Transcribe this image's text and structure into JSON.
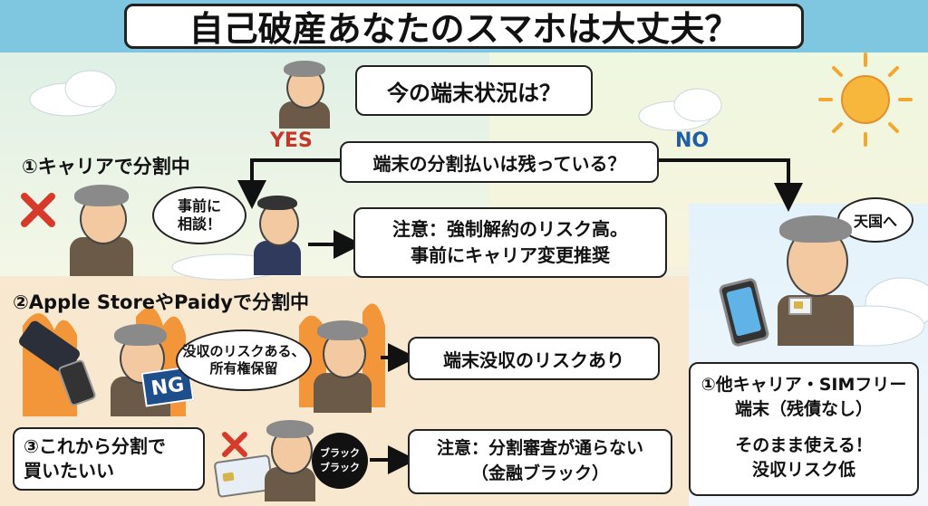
{
  "title": "自己破産あなたのスマホは大丈夫？",
  "question_main": "今の端末状況は？",
  "question_sub": "端末の分割払いは残っている？",
  "yes_label": "YES",
  "no_label": "NO",
  "case1": {
    "heading": "①キャリアで分割中",
    "bubble": "事前に\n相談！",
    "result": "注意：強制解約のリスク高。\n事前にキャリア変更推奨"
  },
  "case2": {
    "heading": "②Apple StoreやPaidyで分割中",
    "bubble": "没収のリスクある、\n所有権保留",
    "ng": "NG",
    "result": "端末没収のリスクあり"
  },
  "case3": {
    "heading": "③これから分割で\n買いたいい",
    "badge": "ブラック\nブラック",
    "result": "注意：分割審査が通らない\n（金融ブラック）"
  },
  "right": {
    "bubble": "天国へ",
    "result_title": "①他キャリア・SIMフリー\n端末（残債なし）",
    "result_body": "そのまま使える！\n没収リスク低"
  },
  "colors": {
    "title_band": "#7fc7e0",
    "yes": "#c0392b",
    "no": "#1f5fa8",
    "cross": "#d63a2a",
    "fire": "#f28c28",
    "ng_badge": "#1f4e8c"
  }
}
